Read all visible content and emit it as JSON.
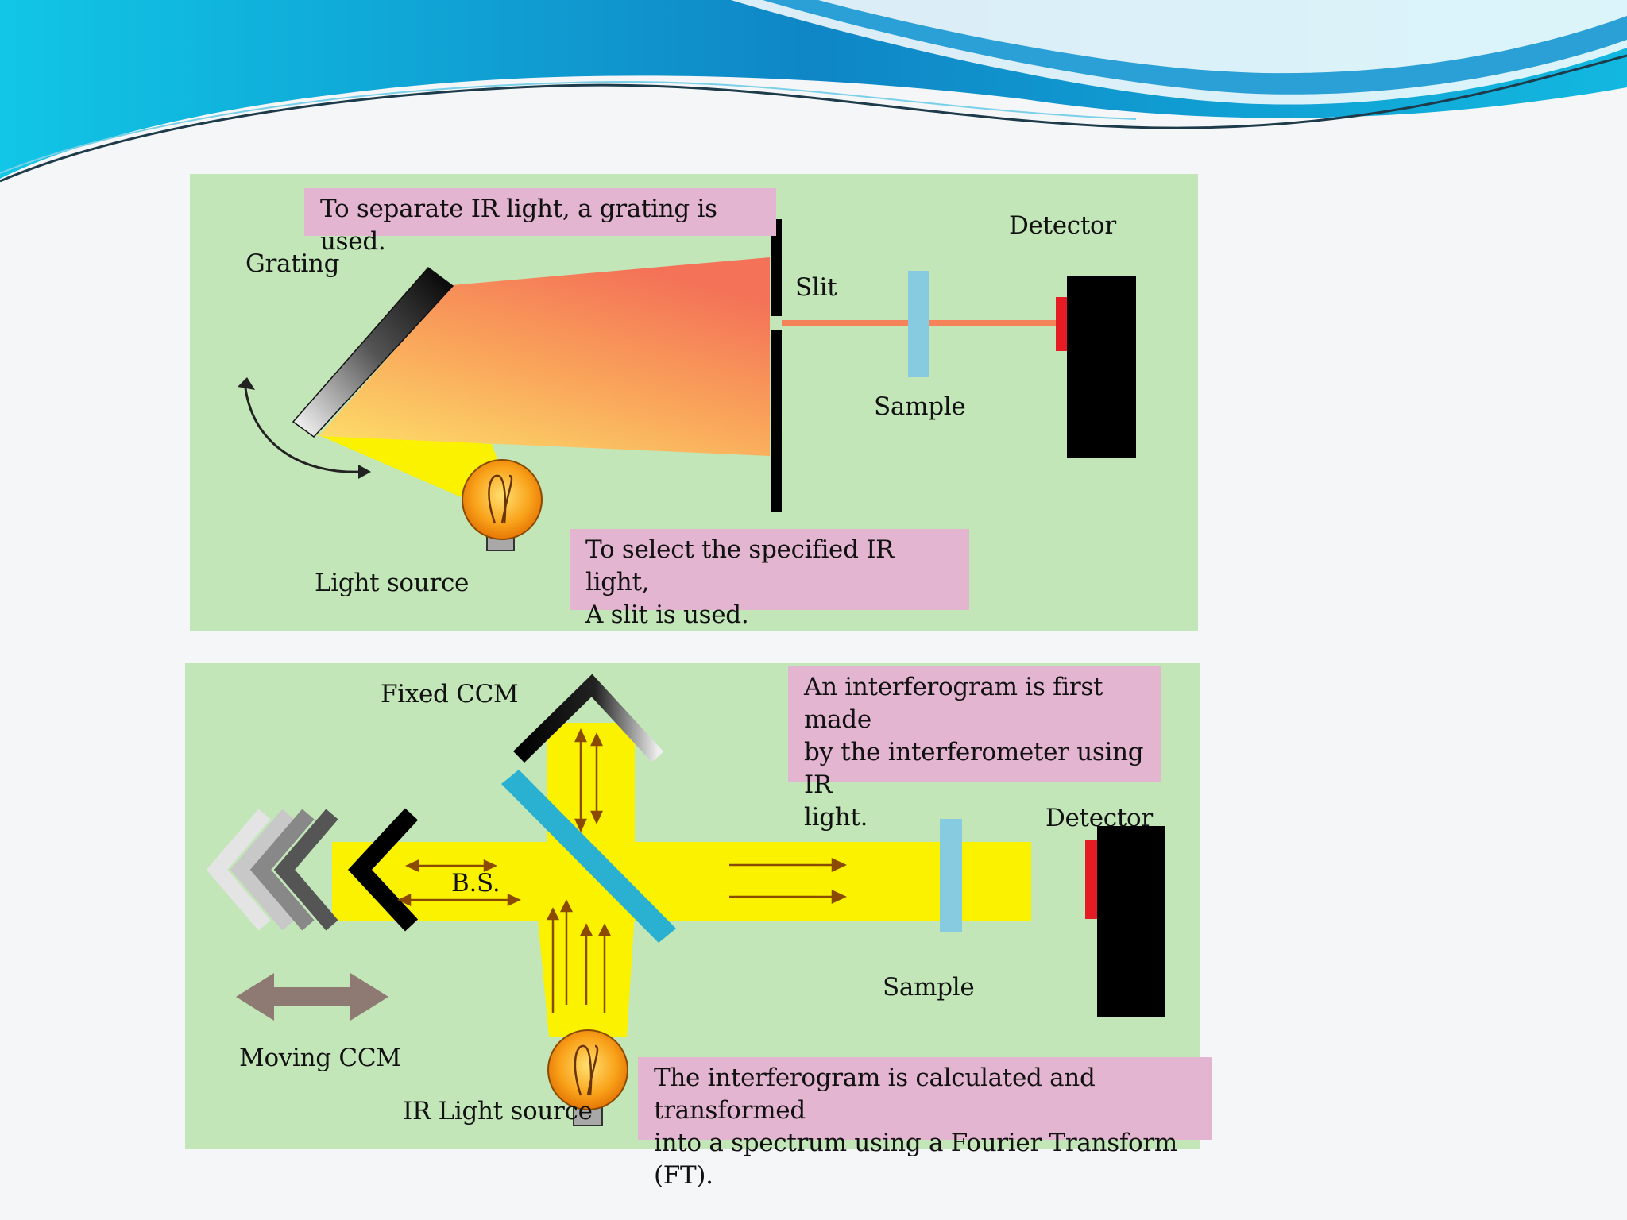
{
  "theme": {
    "panel_bg": "#c2e6b8",
    "callout_bg": "#e3b5d1",
    "header_blue": "#1aa0dc",
    "beam_yellow": "#fbf200",
    "beam_orange": "#f6825a",
    "sample_blue": "#86cbe0",
    "splitter_blue": "#2ab0d0",
    "detector_red": "#e51c23"
  },
  "dispersive": {
    "callout_grating": "To separate IR light, a grating is used.",
    "label_grating": "Grating",
    "label_slit": "Slit",
    "label_detector": "Detector",
    "label_sample": "Sample",
    "label_light_source": "Light source",
    "callout_slit_line1": "To select the specified IR light,",
    "callout_slit_line2": "A slit is used."
  },
  "ftir": {
    "label_fixed_ccm": "Fixed CCM",
    "callout_interferogram_line1": "An interferogram is first made",
    "callout_interferogram_line2": "by the interferometer using IR",
    "callout_interferogram_line3": "light.",
    "label_detector": "Detector",
    "label_bs": "B.S.",
    "label_sample": "Sample",
    "label_moving_ccm": "Moving CCM",
    "label_ir_light_source": "IR Light source",
    "callout_ft_line1": "The interferogram is calculated and transformed",
    "callout_ft_line2": "into a spectrum using a Fourier Transform (FT)."
  }
}
